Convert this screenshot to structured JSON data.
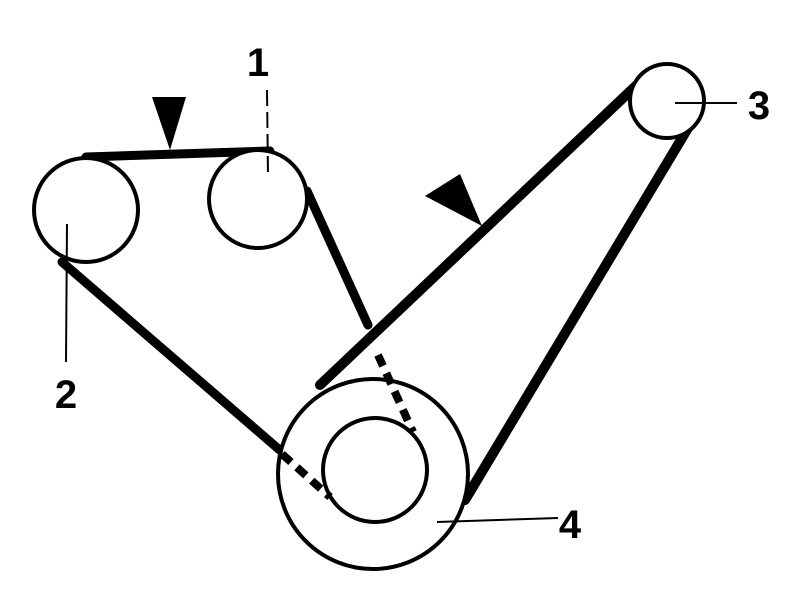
{
  "diagram": {
    "labels": {
      "pulley_1": "1",
      "pulley_2": "2",
      "pulley_3": "3",
      "pulley_4": "4"
    },
    "colors": {
      "ink": "#000000",
      "paper": "#ffffff"
    },
    "belt_markers": [
      "tension-check-arrow",
      "tension-check-arrow"
    ]
  }
}
